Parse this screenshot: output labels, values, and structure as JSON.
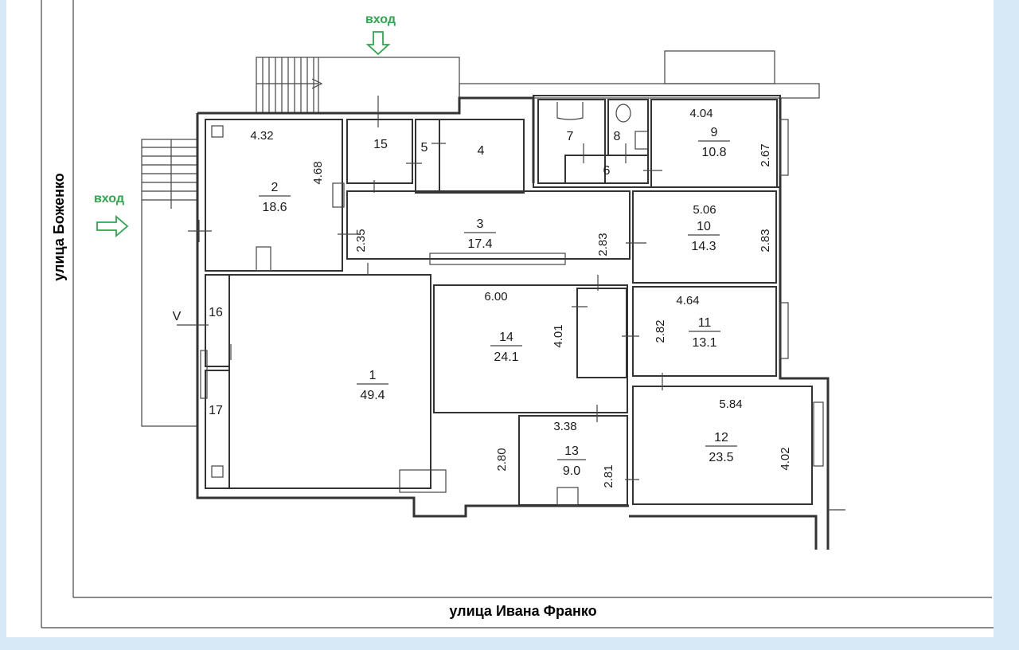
{
  "streets": {
    "left": "улица Боженко",
    "bottom": "улица Ивана Франко"
  },
  "entrances": {
    "top": "вход",
    "left": "вход",
    "color": "#2ea84a"
  },
  "marker": "V",
  "rooms": [
    {
      "id": "1",
      "area": "49.4"
    },
    {
      "id": "2",
      "area": "18.6"
    },
    {
      "id": "3",
      "area": "17.4"
    },
    {
      "id": "4"
    },
    {
      "id": "5"
    },
    {
      "id": "6"
    },
    {
      "id": "7"
    },
    {
      "id": "8"
    },
    {
      "id": "9",
      "area": "10.8"
    },
    {
      "id": "10",
      "area": "14.3"
    },
    {
      "id": "11",
      "area": "13.1"
    },
    {
      "id": "12",
      "area": "23.5"
    },
    {
      "id": "13",
      "area": "9.0"
    },
    {
      "id": "14",
      "area": "24.1"
    },
    {
      "id": "15"
    },
    {
      "id": "16"
    },
    {
      "id": "17"
    }
  ],
  "dimensions": [
    "4.32",
    "4.68",
    "2.35",
    "2.83",
    "4.04",
    "2.67",
    "5.06",
    "2.83",
    "6.00",
    "4.01",
    "4.64",
    "2.82",
    "5.84",
    "4.02",
    "3.38",
    "2.81",
    "2.80"
  ]
}
